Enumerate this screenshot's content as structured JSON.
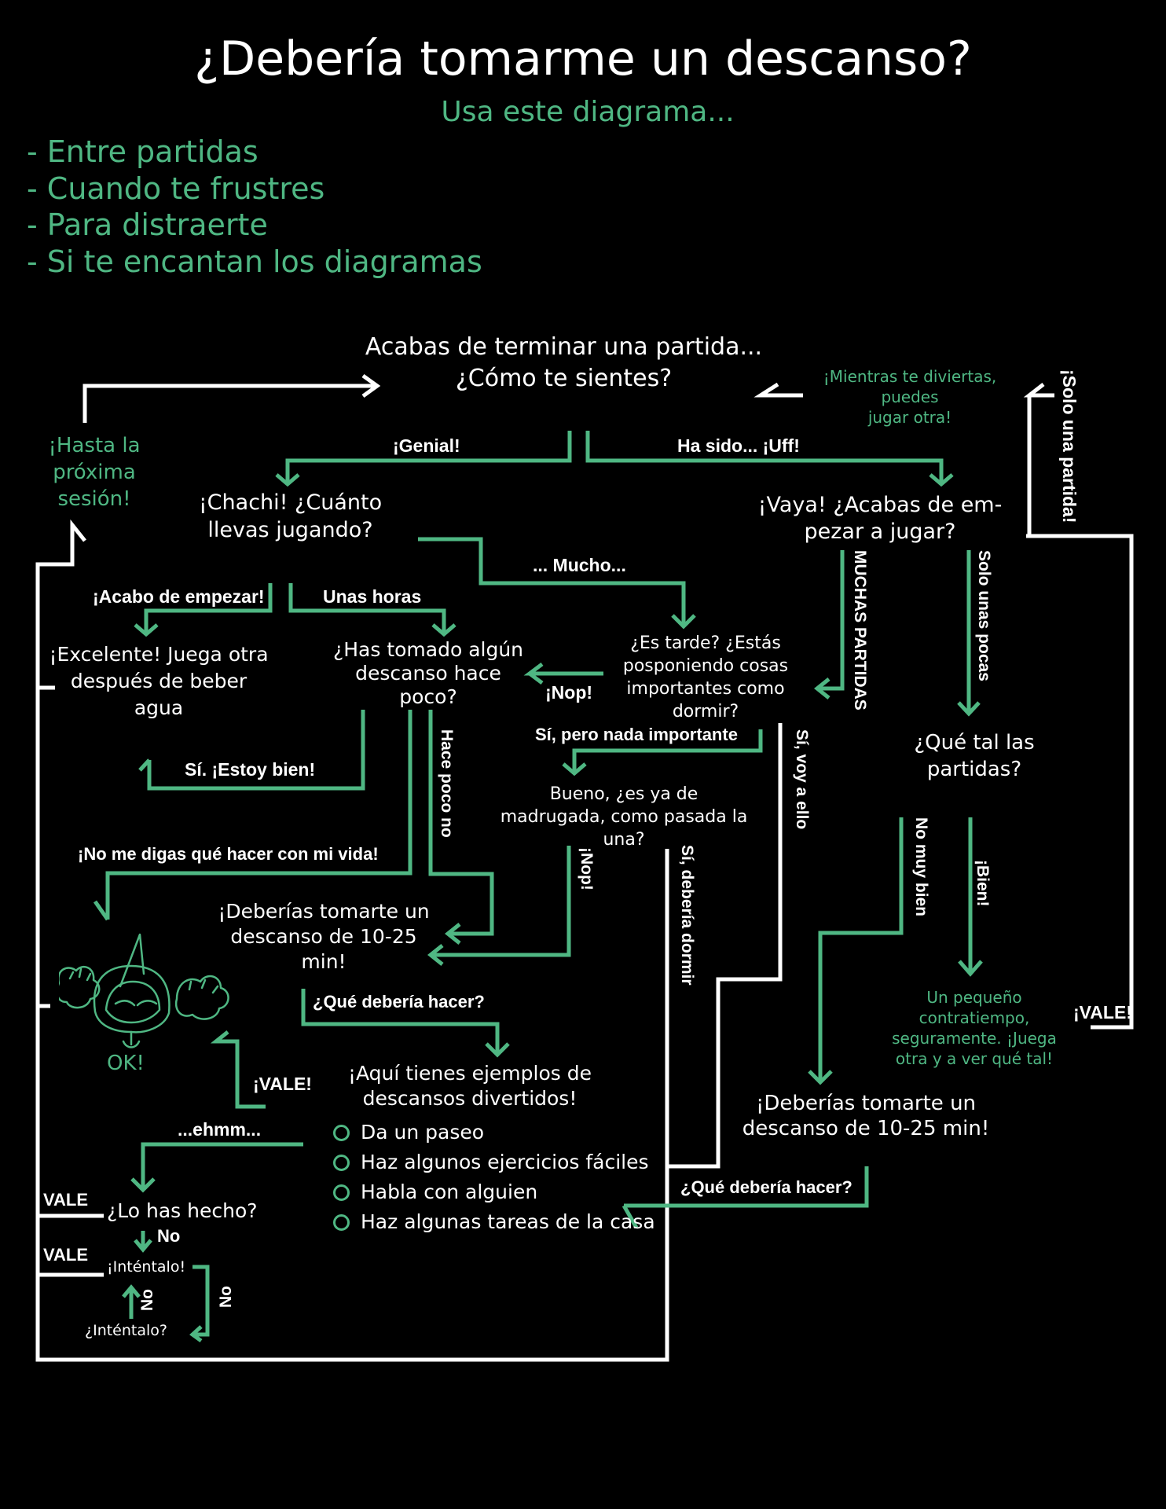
{
  "header": {
    "title": "¿Debería tomarme un descanso?",
    "subtitle": "Usa este diagrama...",
    "bullets": [
      "- Entre partidas",
      "- Cuando te frustres",
      "- Para distraerte",
      "- Si te encantan los diagramas"
    ]
  },
  "nodes": {
    "start_line1": "Acabas de terminar una partida...",
    "start_line2": "¿Cómo te sientes?",
    "see_you": [
      "¡Hasta la",
      "próxima",
      "sesión!"
    ],
    "have_fun": [
      "¡Mientras te diviertas,",
      "puedes",
      "jugar otra!"
    ],
    "chachi": [
      "¡Chachi! ¿Cuánto",
      "llevas jugando?"
    ],
    "vaya": [
      "¡Vaya! ¿Acabas de em-",
      "pezar a jugar?"
    ],
    "excelente": [
      "¡Excelente! Juega otra",
      "después de beber",
      "agua"
    ],
    "descanso_hace_poco": [
      "¿Has tomado algún",
      "descanso hace",
      "poco?"
    ],
    "es_tarde": [
      "¿Es tarde? ¿Estás",
      "posponiendo cosas",
      "importantes como",
      "dormir?"
    ],
    "que_tal": [
      "¿Qué tal las",
      "partidas?"
    ],
    "madrugada": [
      "Bueno, ¿es ya de",
      "madrugada, como pasada la",
      "una?"
    ],
    "descanso_left": [
      "¡Deberías tomarte un",
      "descanso de 10-25",
      "min!"
    ],
    "ok": "OK!",
    "ejemplos": [
      "¡Aquí tienes ejemplos de",
      "descansos divertidos!"
    ],
    "options": [
      "Da un paseo",
      "Haz algunos ejercicios fáciles",
      "Habla con alguien",
      "Haz algunas tareas de la casa"
    ],
    "contratiempo": [
      "Un pequeño",
      "contratiempo,",
      "seguramente. ¡Juega",
      "otra y a ver qué tal!"
    ],
    "descanso_right": [
      "¡Deberías tomarte un",
      "descanso de 10-25 min!"
    ],
    "lo_has_hecho": "¿Lo has hecho?",
    "intentalo1": "¡Inténtalo!",
    "intentalo2": "¿Inténtalo?"
  },
  "labels": {
    "genial": "¡Genial!",
    "uff": "Ha sido... ¡Uff!",
    "solo_una": "¡Solo una partida!",
    "mucho": "... Mucho...",
    "acabo": "¡Acabo de empezar!",
    "unas_horas": "Unas horas",
    "muchas_partidas": "MUCHAS PARTIDAS",
    "solo_unas_pocas": "Solo unas pocas",
    "nop1": "¡Nop!",
    "estoy_bien": "Sí. ¡Estoy bien!",
    "hace_poco_no": "Hace poco no",
    "si_pero": "Sí, pero nada importante",
    "si_voy": "Sí, voy a ello",
    "no_digas": "¡No me digas qué hacer con mi vida!",
    "nop2": "¡Nop!",
    "si_dormir": "Sí, debería dormir",
    "no_muy_bien": "No muy bien",
    "bien": "¡Bien!",
    "que_hacer1": "¿Qué debería hacer?",
    "vale_right": "¡VALE!",
    "vale_left": "¡VALE!",
    "ehmm": "...ehmm...",
    "que_hacer2": "¿Qué debería hacer?",
    "vale1": "VALE",
    "no1": "No",
    "vale2": "VALE",
    "no2": "No",
    "no3": "No"
  },
  "colors": {
    "background": "#000000",
    "white": "#ffffff",
    "green": "#4fb783"
  }
}
